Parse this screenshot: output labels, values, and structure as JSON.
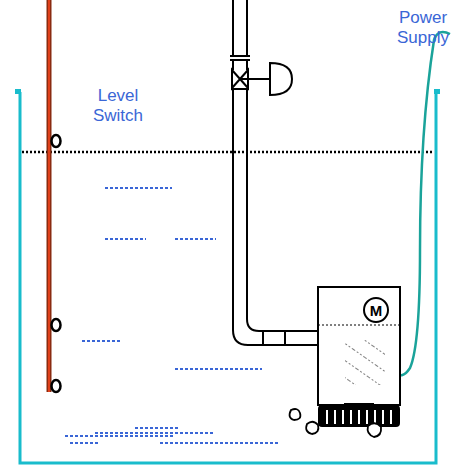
{
  "diagram": {
    "nodes": [
      {
        "text": [
          "M"
        ]
      }
    ],
    "labels": [
      "Level Switch",
      "Power Supply"
    ]
  }
}
